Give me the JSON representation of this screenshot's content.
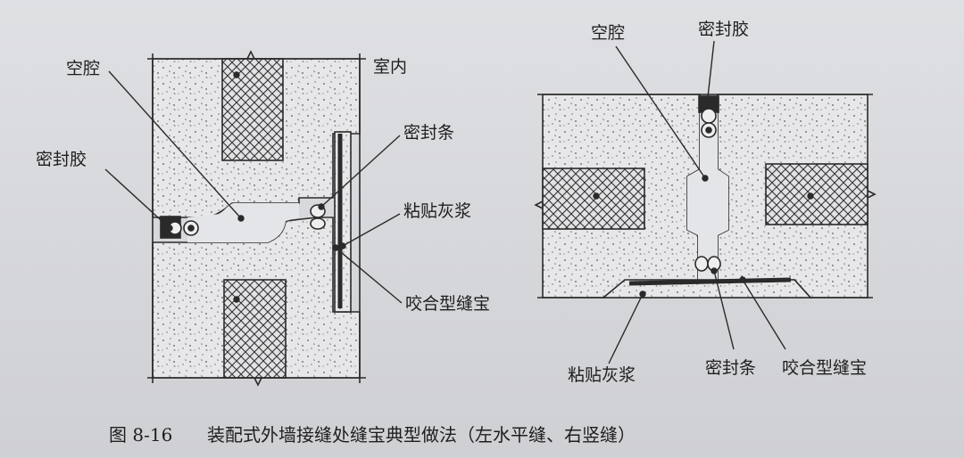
{
  "left": {
    "cavity": "空腔",
    "sealant": "密封胶",
    "indoor": "室内",
    "seal_strip": "密封条",
    "mortar": "粘贴灰浆",
    "joint_cover": "咬合型缝宝"
  },
  "right": {
    "cavity": "空腔",
    "sealant": "密封胶",
    "mortar": "粘贴灰浆",
    "seal_strip": "密封条",
    "joint_cover": "咬合型缝宝"
  },
  "caption": {
    "figure_no": "图 8-16",
    "text": "装配式外墙接缝处缝宝典型做法（左水平缝、右竖缝）"
  }
}
